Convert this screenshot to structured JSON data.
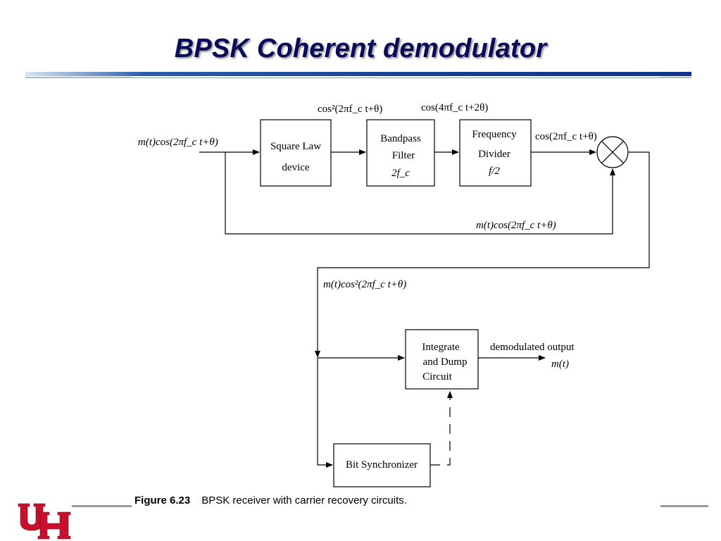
{
  "title": "BPSK Coherent demodulator",
  "diagram": {
    "input_signal": "m(t)cos(2πf_c t+θ)",
    "blocks": {
      "square_law": [
        "Square Law",
        "device"
      ],
      "bandpass": [
        "Bandpass",
        "Filter",
        "2f_c"
      ],
      "freq_divider": [
        "Frequency",
        "Divider",
        "f/2"
      ],
      "integrate_dump": [
        "Integrate",
        "and Dump",
        "Circuit"
      ],
      "bit_sync": "Bit Synchronizer"
    },
    "labels": {
      "after_square": "cos²(2πf_c t+θ)",
      "after_bandpass": "cos(4πf_c t+2θ)",
      "after_divider": "cos(2πf_c t+θ)",
      "feedback": "m(t)cos(2πf_c t+θ)",
      "mixer_output": "m(t)cos²(2πf_c t+θ)",
      "output_line1": "demodulated output",
      "output_line2": "m(t)"
    }
  },
  "caption": {
    "figure": "Figure 6.23",
    "text": "BPSK receiver with carrier recovery circuits."
  },
  "logo": {
    "name": "uh-logo",
    "colors": {
      "red": "#c8102e",
      "white": "#ffffff"
    }
  }
}
